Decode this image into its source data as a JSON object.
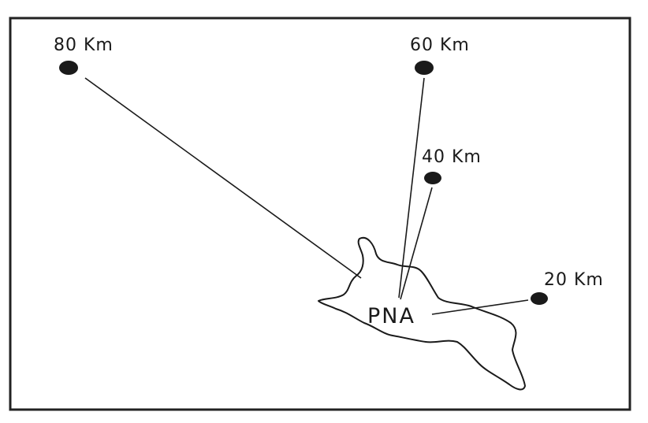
{
  "diagram": {
    "area_label": "PNA",
    "sites": [
      {
        "label": "80 Km"
      },
      {
        "label": "60 Km"
      },
      {
        "label": "40 Km"
      },
      {
        "label": "20 Km"
      }
    ]
  }
}
